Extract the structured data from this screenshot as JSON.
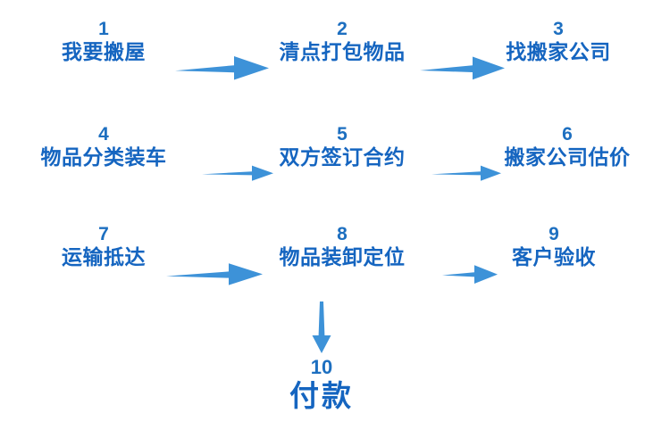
{
  "diagram": {
    "title_text_color": "#1565c0",
    "number_color": "#1d6fc0",
    "arrow_color": "#3d92d8",
    "background": "#ffffff",
    "rows": [
      {
        "row_id": "row-1",
        "steps": [
          {
            "number": "1",
            "label": "我要搬屋"
          },
          {
            "number": "2",
            "label": "清点打包物品"
          },
          {
            "number": "3",
            "label": "找搬家公司"
          }
        ]
      },
      {
        "row_id": "row-2",
        "steps": [
          {
            "number": "4",
            "label": "物品分类装车"
          },
          {
            "number": "5",
            "label": "双方签订合约"
          },
          {
            "number": "6",
            "label": "搬家公司估价"
          }
        ]
      },
      {
        "row_id": "row-3",
        "steps": [
          {
            "number": "7",
            "label": "运输抵达"
          },
          {
            "number": "8",
            "label": "物品装卸定位"
          },
          {
            "number": "9",
            "label": "客户验收"
          }
        ]
      }
    ],
    "final_step": {
      "number": "10",
      "label": "付款"
    },
    "connectors": [
      {
        "id": "arrow-1-to-2",
        "direction": "right"
      },
      {
        "id": "arrow-2-to-3",
        "direction": "right"
      },
      {
        "id": "arrow-4-to-5",
        "direction": "right"
      },
      {
        "id": "arrow-5-to-6",
        "direction": "right"
      },
      {
        "id": "arrow-7-to-8",
        "direction": "right"
      },
      {
        "id": "arrow-8-to-9",
        "direction": "right"
      },
      {
        "id": "arrow-8-to-10",
        "direction": "down"
      }
    ]
  }
}
